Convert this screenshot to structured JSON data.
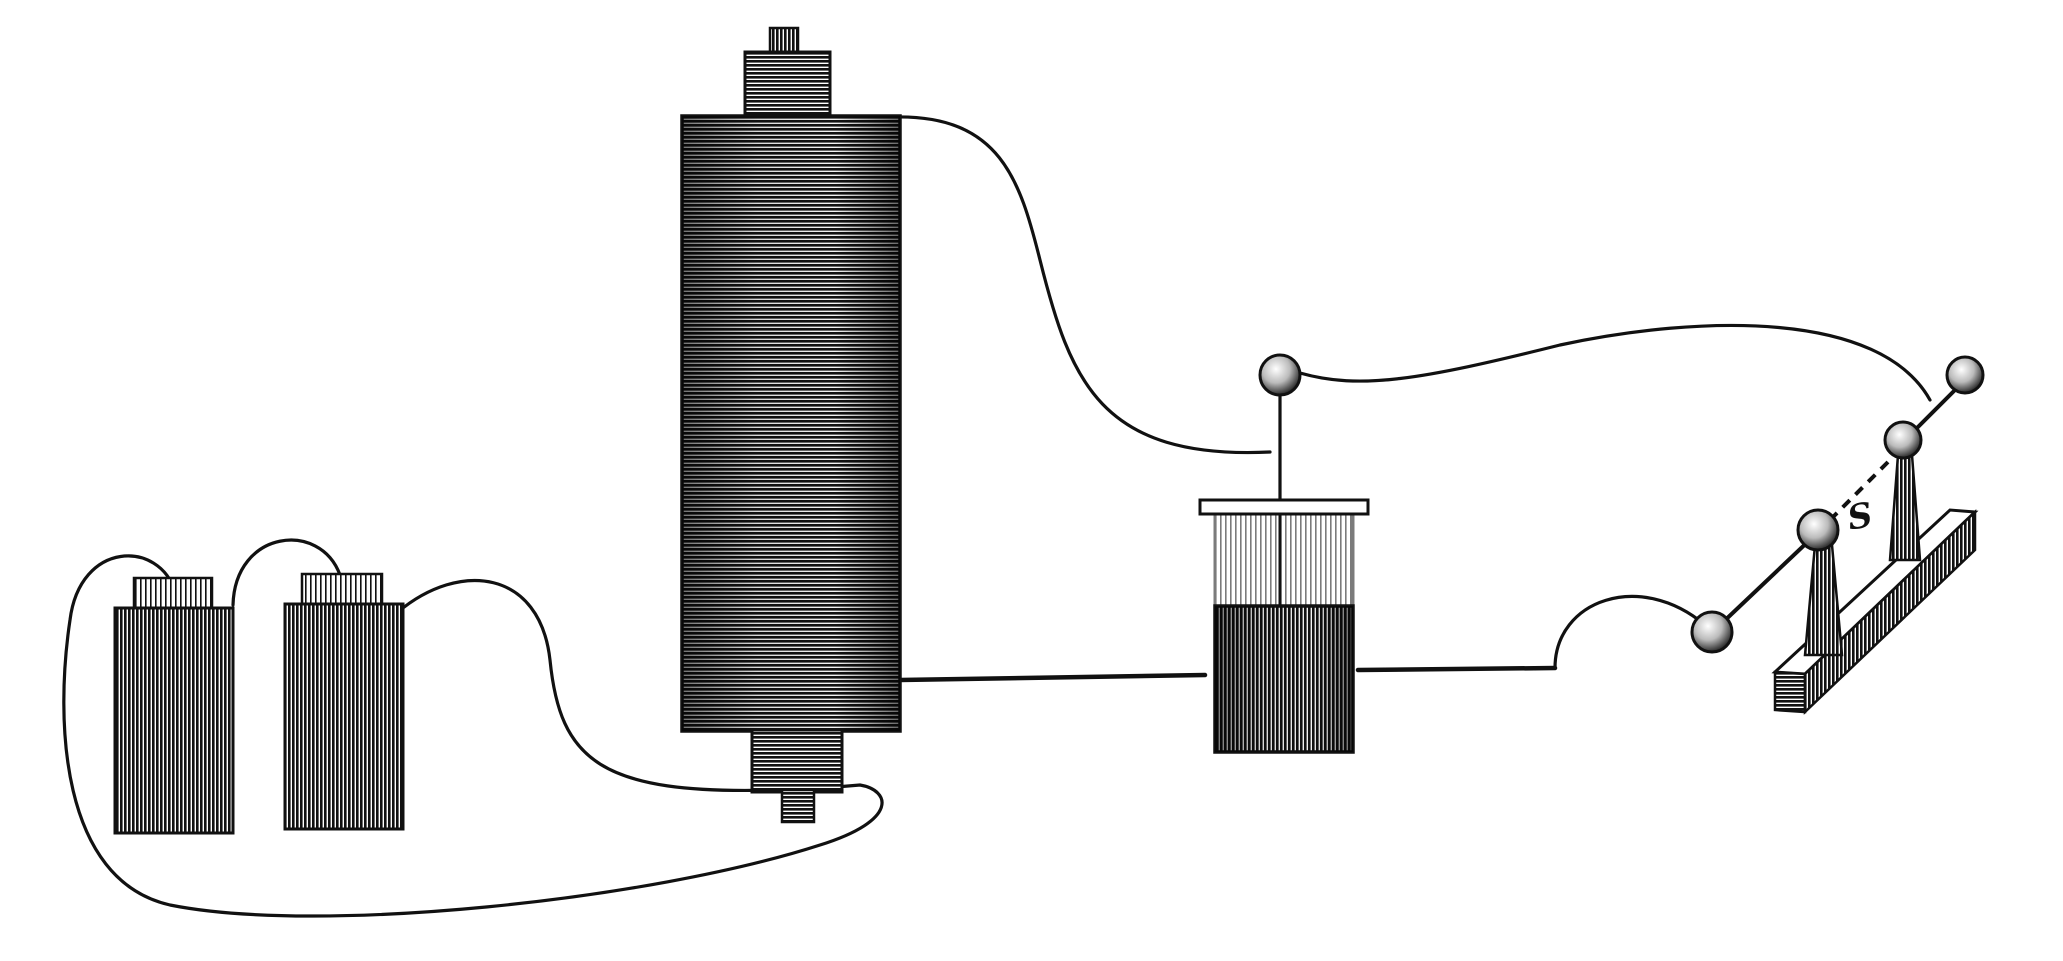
{
  "diagram": {
    "spark_gap_label": "S",
    "colors": {
      "ink": "#111111",
      "paper": "#ffffff"
    },
    "components": [
      {
        "name": "battery-cell",
        "count": 2
      },
      {
        "name": "induction-coil"
      },
      {
        "name": "leyden-jar"
      },
      {
        "name": "spark-gap-discharger"
      }
    ]
  }
}
